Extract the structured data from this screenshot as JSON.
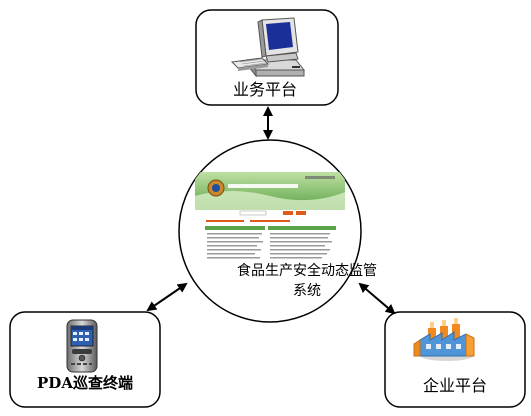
{
  "nodes": {
    "business": {
      "label": "业务平台",
      "icon": "computer-icon"
    },
    "center": {
      "label_line1": "食品生产安全动态监管",
      "label_line2": "系统",
      "icon": "web-system-screenshot"
    },
    "pda": {
      "label": "PDA巡查终端",
      "icon": "pda-device-icon"
    },
    "enterprise": {
      "label": "企业平台",
      "icon": "factory-icon"
    }
  },
  "colors": {
    "border": "#000000",
    "screenshot_banner": "#5aa447",
    "screenshot_accent": "#e05a1a",
    "factory_orange": "#f08a1e",
    "factory_blue": "#4f95d8",
    "monitor_blue": "#1a2f9a"
  }
}
